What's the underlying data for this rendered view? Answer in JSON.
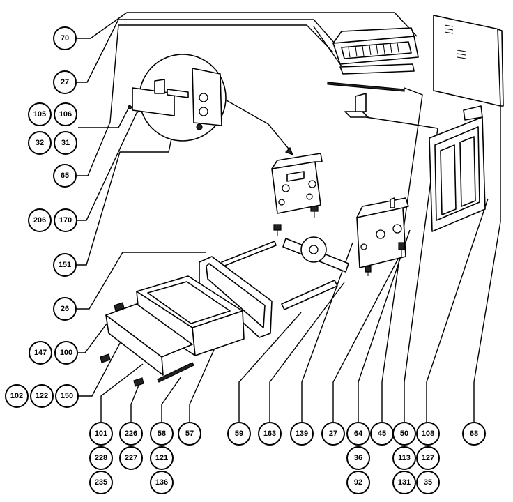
{
  "diagram": {
    "type": "exploded-parts-view",
    "callouts": [
      {
        "id": "c70",
        "label": "70"
      },
      {
        "id": "c27a",
        "label": "27"
      },
      {
        "id": "c105",
        "label": "105"
      },
      {
        "id": "c106",
        "label": "106"
      },
      {
        "id": "c32",
        "label": "32"
      },
      {
        "id": "c31",
        "label": "31"
      },
      {
        "id": "c65",
        "label": "65"
      },
      {
        "id": "c206",
        "label": "206"
      },
      {
        "id": "c170",
        "label": "170"
      },
      {
        "id": "c151",
        "label": "151"
      },
      {
        "id": "c26",
        "label": "26"
      },
      {
        "id": "c147",
        "label": "147"
      },
      {
        "id": "c100",
        "label": "100"
      },
      {
        "id": "c102",
        "label": "102"
      },
      {
        "id": "c122",
        "label": "122"
      },
      {
        "id": "c150",
        "label": "150"
      },
      {
        "id": "c101",
        "label": "101"
      },
      {
        "id": "c228",
        "label": "228"
      },
      {
        "id": "c235",
        "label": "235"
      },
      {
        "id": "c226",
        "label": "226"
      },
      {
        "id": "c227",
        "label": "227"
      },
      {
        "id": "c58",
        "label": "58"
      },
      {
        "id": "c121",
        "label": "121"
      },
      {
        "id": "c136",
        "label": "136"
      },
      {
        "id": "c57",
        "label": "57"
      },
      {
        "id": "c59",
        "label": "59"
      },
      {
        "id": "c163",
        "label": "163"
      },
      {
        "id": "c139",
        "label": "139"
      },
      {
        "id": "c27b",
        "label": "27"
      },
      {
        "id": "c64",
        "label": "64"
      },
      {
        "id": "c36",
        "label": "36"
      },
      {
        "id": "c92",
        "label": "92"
      },
      {
        "id": "c45",
        "label": "45"
      },
      {
        "id": "c50",
        "label": "50"
      },
      {
        "id": "c113",
        "label": "113"
      },
      {
        "id": "c131",
        "label": "131"
      },
      {
        "id": "c108",
        "label": "108"
      },
      {
        "id": "c127",
        "label": "127"
      },
      {
        "id": "c35",
        "label": "35"
      },
      {
        "id": "c68",
        "label": "68"
      }
    ]
  }
}
